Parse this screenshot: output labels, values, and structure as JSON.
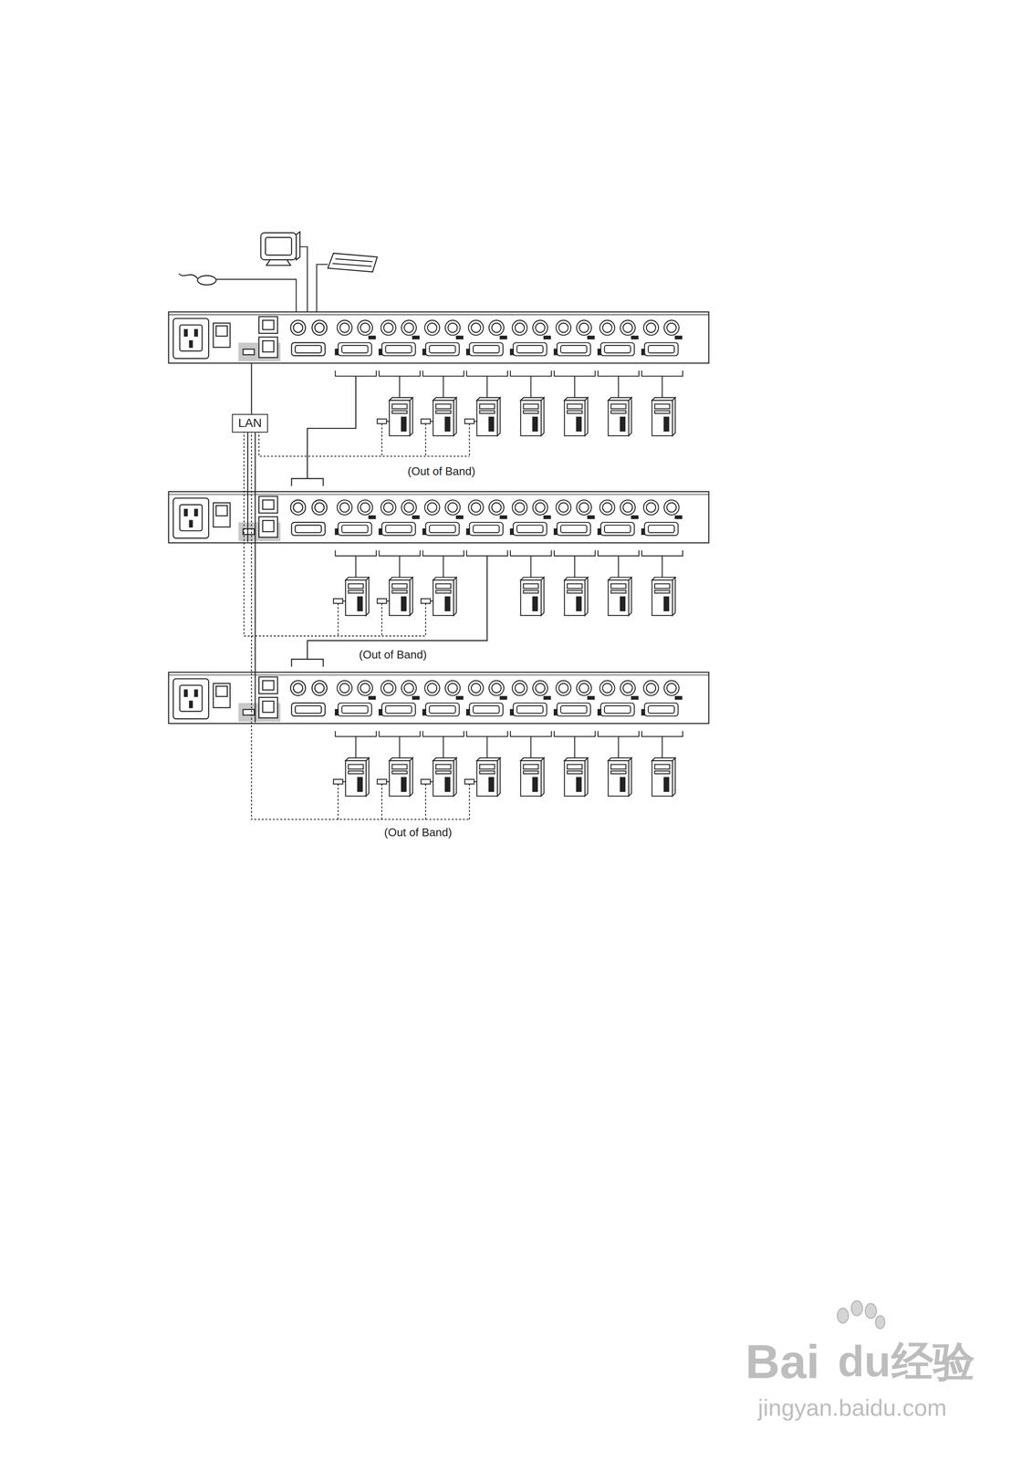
{
  "diagram": {
    "nodes": [
      {
        "text": [
          "LAN"
        ]
      }
    ],
    "labels": [
      "(Out of Band)",
      "(Out of Band)",
      "(Out of Band)",
      "Bai",
      "du",
      "经验",
      "jingyan.baidu.com"
    ]
  }
}
